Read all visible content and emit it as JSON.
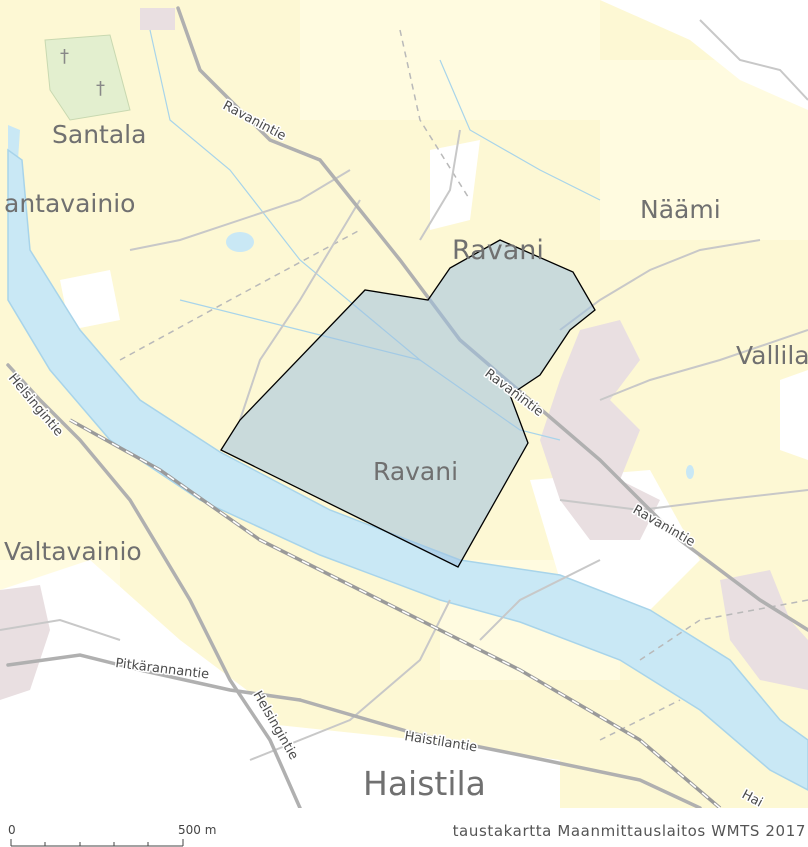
{
  "map": {
    "colors": {
      "background": "#fdf8d4",
      "field": "#fffbe0",
      "open_area": "#ffffff",
      "water": "#c9e8f5",
      "river_edge": "#a8d4ea",
      "built_up": "#e9dfe1",
      "cemetery": "#e3efcf",
      "road": "#b9b9b9",
      "selection_fill": "#9ec1e0",
      "selection_stroke": "#000000"
    },
    "place_labels": {
      "santala": "Santala",
      "santavainio": "antavainio",
      "ravani_north": "Ravani",
      "naami": "Näämi",
      "vallila": "Vallila",
      "ravani_area": "Ravani",
      "valtavainio": "Valtavainio",
      "haistila": "Haistila"
    },
    "road_labels": {
      "ravanintie_1": "Ravanintie",
      "ravanintie_2": "Ravanintie",
      "ravanintie_3": "Ravanintie",
      "helsingintie_1": "Helsingintie",
      "helsingintie_2": "Helsingintie",
      "pitkarannantie": "Pitkärannantie",
      "haistilantie": "Haistilantie",
      "haistilantie_cut": "Hai"
    },
    "cemetery_cross": "†"
  },
  "scale_bar": {
    "start_label": "0",
    "end_label": "500 m"
  },
  "attribution": "taustakartta Maanmittauslaitos WMTS 2017"
}
